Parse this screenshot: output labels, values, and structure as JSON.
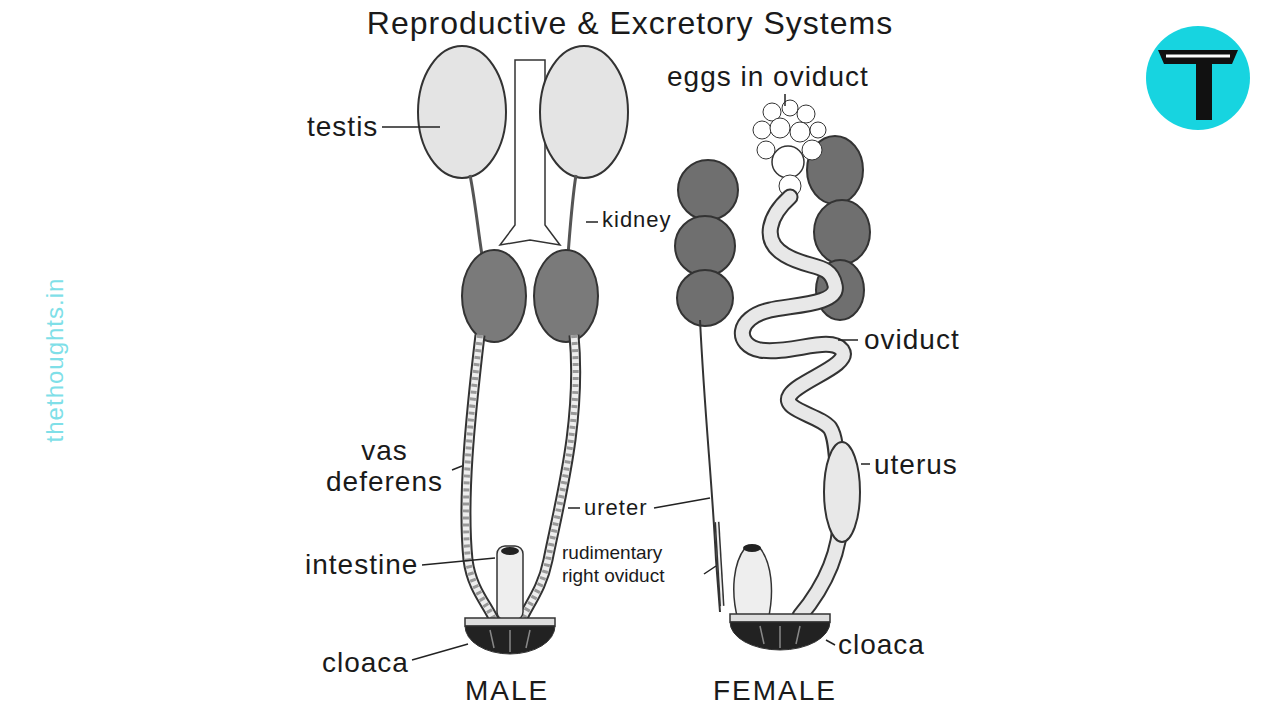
{
  "diagram": {
    "title": "Reproductive & Excretory Systems",
    "labels": [
      "testis",
      "eggs in oviduct",
      "kidney",
      "oviduct",
      "uterus",
      "vas deferens",
      "ureter",
      "intestine",
      "rudimentary right oviduct",
      "cloaca",
      "cloaca",
      "MALE",
      "FEMALE",
      "thethoughts.in"
    ]
  }
}
